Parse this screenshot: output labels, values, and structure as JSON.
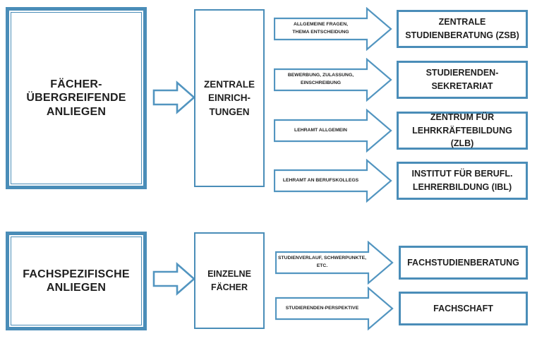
{
  "colors": {
    "accent": "#4a8db8",
    "arrow_stroke": "#5295c0",
    "text": "#1f1f1f",
    "background": "#ffffff"
  },
  "top_flow": {
    "source": {
      "label": "FÄCHER-\nÜBERGREIFENDE\nANLIEGEN"
    },
    "hub": {
      "label": "ZENTRALE\nEINRICH-\nTUNGEN"
    },
    "routes": [
      {
        "condition": "ALLGEMEINE FRAGEN,\nTHEMA ENTSCHEIDUNG",
        "target": "ZENTRALE\nSTUDIENBERATUNG (ZSB)"
      },
      {
        "condition": "BEWERBUNG, ZULASSUNG,\nEINSCHREIBUNG",
        "target": "STUDIERENDEN-\nSEKRETARIAT"
      },
      {
        "condition": "LEHRAMT ALLGEMEIN",
        "target": "ZENTRUM FÜR\nLEHRKRÄFTEBILDUNG (ZLB)"
      },
      {
        "condition": "LEHRAMT AN BERUFSKOLLEGS",
        "target": "INSTITUT FÜR BERUFL.\nLEHRERBILDUNG (IBL)"
      }
    ]
  },
  "bottom_flow": {
    "source": {
      "label": "FACHSPEZIFISCHE\nANLIEGEN"
    },
    "hub": {
      "label": "EINZELNE\nFÄCHER"
    },
    "routes": [
      {
        "condition": "STUDIENVERLAUF, SCHWERPUNKTE,\nETC.",
        "target": "FACHSTUDIENBERATUNG"
      },
      {
        "condition": "STUDIERENDEN-PERSPEKTIVE",
        "target": "FACHSCHAFT"
      }
    ]
  }
}
